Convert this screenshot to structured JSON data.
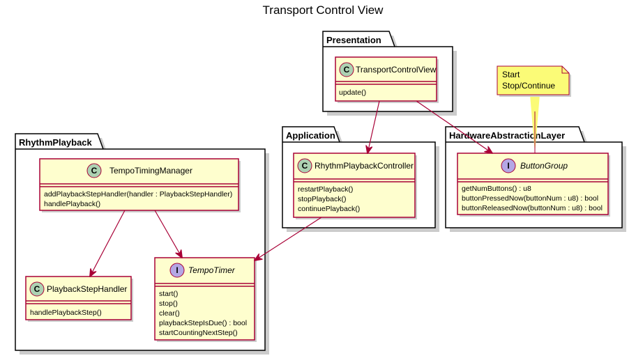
{
  "title": "Transport Control View",
  "packages": {
    "presentation": "Presentation",
    "application": "Application",
    "hal": "HardwareAbstractionLayer",
    "rhythm": "RhythmPlayback"
  },
  "classes": {
    "transport_control_view": {
      "name": "TransportControlView",
      "stereotype": "C",
      "kind": "class",
      "methods": [
        "update()"
      ]
    },
    "rhythm_playback_controller": {
      "name": "RhythmPlaybackController",
      "stereotype": "C",
      "kind": "class",
      "methods": [
        "restartPlayback()",
        "stopPlayback()",
        "continuePlayback()"
      ]
    },
    "button_group": {
      "name": "ButtonGroup",
      "stereotype": "I",
      "kind": "interface",
      "methods": [
        "getNumButtons() : u8",
        "buttonPressedNow(buttonNum : u8) : bool",
        "buttonReleasedNow(buttonNum : u8) : bool"
      ]
    },
    "tempo_timing_manager": {
      "name": "TempoTimingManager",
      "stereotype": "C",
      "kind": "class",
      "methods": [
        "addPlaybackStepHandler(handler : PlaybackStepHandler)",
        "handlePlayback()"
      ]
    },
    "playback_step_handler": {
      "name": "PlaybackStepHandler",
      "stereotype": "C",
      "kind": "class",
      "methods": [
        "handlePlaybackStep()"
      ]
    },
    "tempo_timer": {
      "name": "TempoTimer",
      "stereotype": "I",
      "kind": "interface",
      "methods": [
        "start()",
        "stop()",
        "clear()",
        "playbackStepIsDue() : bool",
        "startCountingNextStep()"
      ]
    }
  },
  "note": {
    "lines": [
      "Start",
      "Stop/Continue"
    ]
  },
  "relations": [
    {
      "from": "TransportControlView",
      "to": "RhythmPlaybackController"
    },
    {
      "from": "TransportControlView",
      "to": "ButtonGroup"
    },
    {
      "from": "RhythmPlaybackController",
      "to": "TempoTimer"
    },
    {
      "from": "TempoTimingManager",
      "to": "PlaybackStepHandler"
    },
    {
      "from": "TempoTimingManager",
      "to": "TempoTimer"
    }
  ],
  "colors": {
    "class_fill": "#FEFECE",
    "class_border": "#A80036",
    "class_stereo_fill": "#ADD1B2",
    "interface_stereo_fill": "#B4A7E5",
    "package_fill": "#FFFFFF",
    "package_border": "#000000",
    "note_fill": "#FBFB77",
    "note_border": "#A80036",
    "arrow": "#A80036",
    "shadow": "#CCCCCC"
  }
}
